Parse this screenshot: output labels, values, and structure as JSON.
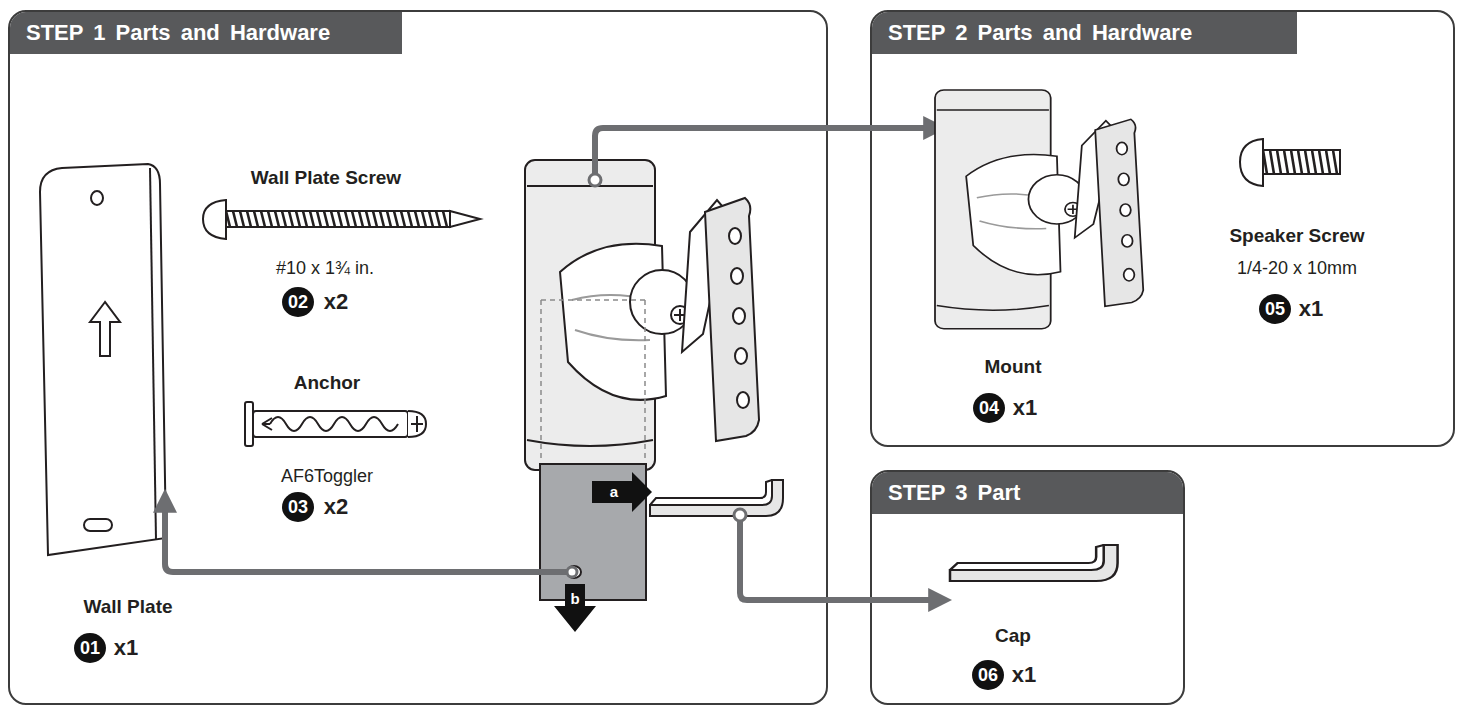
{
  "diagram": {
    "nodes": [
      {
        "text": [
          "STEP 1 Parts and Hardware"
        ]
      },
      {
        "text": [
          "STEP 2 Parts and Hardware"
        ]
      },
      {
        "text": [
          "STEP 3 Part"
        ]
      }
    ],
    "labels": [
      "Wall Plate Screw",
      "#10 x 1¾ in.",
      "02",
      "x2",
      "Anchor",
      "AF6Toggler",
      "03",
      "x2",
      "Wall Plate",
      "01",
      "x1",
      "a",
      "b",
      "Mount",
      "04",
      "x1",
      "Speaker Screw",
      "1/4-20 x 10mm",
      "05",
      "x1",
      "Cap",
      "06",
      "x1"
    ]
  }
}
